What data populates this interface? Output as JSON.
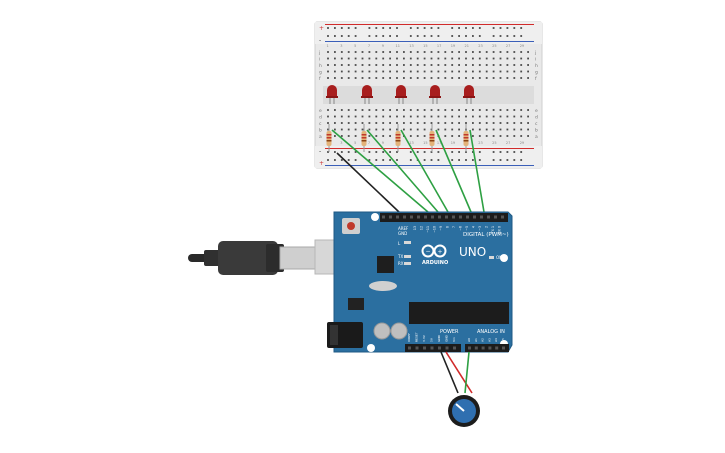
{
  "board": {
    "digital_label": "DIGITAL (PWM~)",
    "uno_label": "UNO",
    "brand_label": "ARDUINO",
    "power_label": "POWER",
    "analog_label": "ANALOG IN",
    "on_label": "ON",
    "tx_label": "TX",
    "rx_label": "RX",
    "l_label": "L",
    "aref_label": "AREF",
    "gnd_label": "GND",
    "digital_pins": [
      "13",
      "12",
      "~11",
      "~10",
      "~9",
      "8",
      "7",
      "~6",
      "~5",
      "4",
      "~3",
      "2",
      "TX 1",
      "RX 0"
    ],
    "power_pins": [
      "IOREF",
      "RESET",
      "3.3V",
      "5V",
      "GND",
      "GND",
      "Vin"
    ],
    "analog_pins": [
      "A0",
      "A1",
      "A2",
      "A3",
      "A4",
      "A5"
    ]
  },
  "breadboard": {
    "row_letters_top": [
      "j",
      "i",
      "h",
      "g",
      "f"
    ],
    "row_letters_bottom": [
      "e",
      "d",
      "c",
      "b",
      "a"
    ],
    "column_numbers": [
      "1",
      "2",
      "3",
      "4",
      "5",
      "6",
      "7",
      "8",
      "9",
      "10",
      "11",
      "12",
      "13",
      "14",
      "15",
      "16",
      "17",
      "18",
      "19",
      "20",
      "21",
      "22",
      "23",
      "24",
      "25",
      "26",
      "27",
      "28",
      "29",
      "30"
    ],
    "rail_plus": "+",
    "rail_minus": "-"
  },
  "colors": {
    "board": "#2b6fa0",
    "board_dark": "#1f5a85",
    "led": "#a81e1e",
    "wire_signal": "#2ea043",
    "wire_ground": "#222222",
    "wire_power": "#d12b2b",
    "breadboard": "#e8e8e8",
    "knob": "#2f6fb0"
  },
  "components": {
    "leds": 5,
    "resistors": 5
  }
}
